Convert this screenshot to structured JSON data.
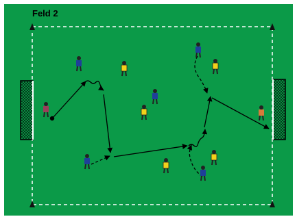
{
  "diagram": {
    "field_label": "Feld 2",
    "colors": {
      "pitch": "#0b9a48",
      "lines": "#ffffff",
      "team_blue_shirt": "#1f3f9a",
      "team_yellow_shirt": "#f2d21b",
      "goalkeeper_shirt": "#d87a3a",
      "goalkeeper_left_shirt": "#9a3f5a",
      "arrows": "#000000"
    },
    "elements": {
      "left_goal": "goal-net",
      "right_goal": "goal-net",
      "corner_markers": "cone",
      "pass_arrows": "solid-arrow",
      "run_paths": "dashed-arrow",
      "dribble_paths": "wavy-arrow"
    }
  }
}
